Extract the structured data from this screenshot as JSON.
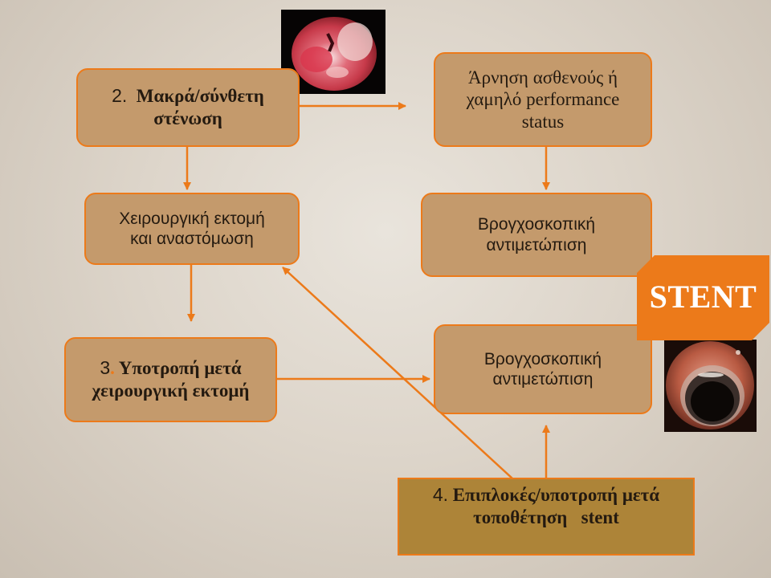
{
  "nodes": {
    "node2": {
      "number": "2.",
      "line1": "Μακρά/σύνθετη",
      "line2": "στένωση"
    },
    "refusal": {
      "line1": "Άρνηση ασθενούς ή",
      "line2": "χαμηλό performance",
      "line3": "status"
    },
    "surgery": {
      "line1": "Χειρουργική εκτομή",
      "line2": "και αναστόμωση"
    },
    "broncho1": {
      "line1": "Βρογχοσκοπική",
      "line2": "αντιμετώπιση"
    },
    "node3": {
      "number": "3",
      "dot": ".",
      "line1": "Υποτροπή μετά",
      "line2": "χειρουργική εκτομή"
    },
    "broncho2": {
      "line1": "Βρογχοσκοπική",
      "line2": "αντιμετώπιση"
    },
    "node4": {
      "number": "4.",
      "line1": "Επιπλοκές/υποτροπή μετά",
      "line2": "τοποθέτηση   stent"
    }
  },
  "stent_label": "STENT",
  "colors": {
    "box_fill": "#c49a6c",
    "accent": "#ec7a1a",
    "node4_fill": "#ad8438",
    "text": "#241a10"
  }
}
